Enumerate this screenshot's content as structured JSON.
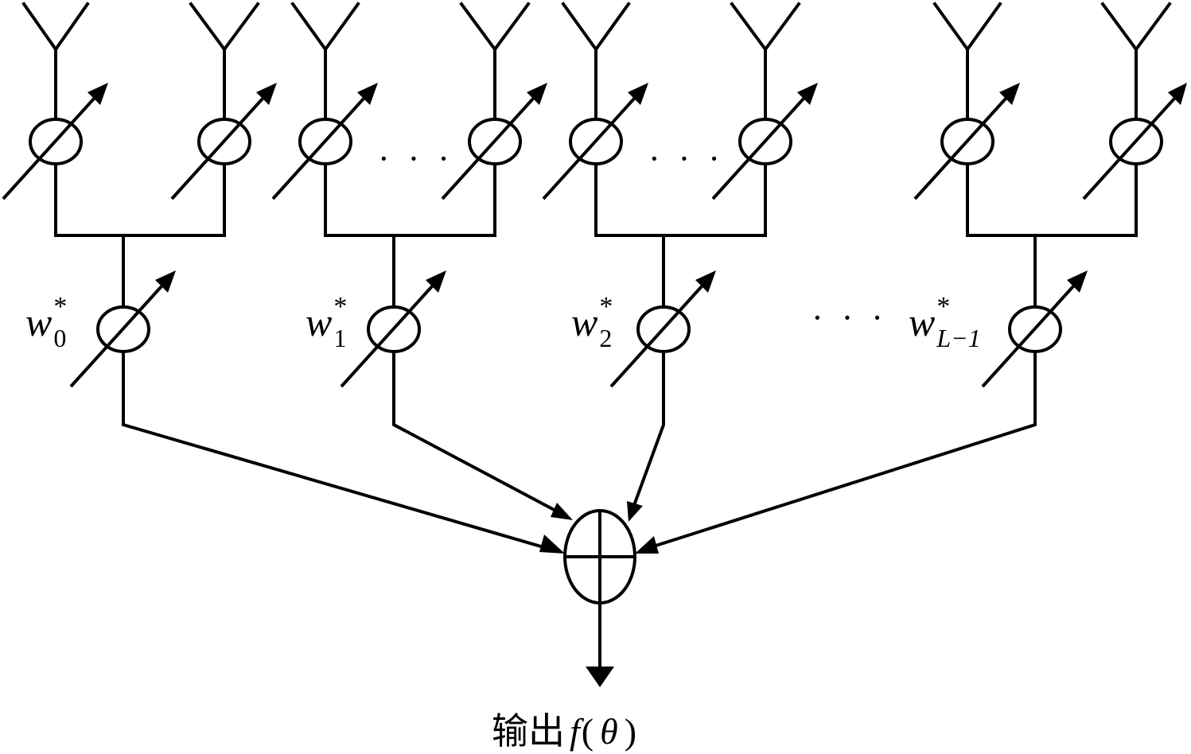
{
  "weights": [
    {
      "symbol": "w",
      "subscript": "0",
      "superscript": "*"
    },
    {
      "symbol": "w",
      "subscript": "1",
      "superscript": "*"
    },
    {
      "symbol": "w",
      "subscript": "2",
      "superscript": "*"
    },
    {
      "symbol": "w",
      "subscript": "L−1",
      "superscript": "*"
    }
  ],
  "ellipsis": "· · ·",
  "output": {
    "prefix": "输出",
    "func": "f",
    "open": "(",
    "arg": "θ",
    "close": ")"
  }
}
